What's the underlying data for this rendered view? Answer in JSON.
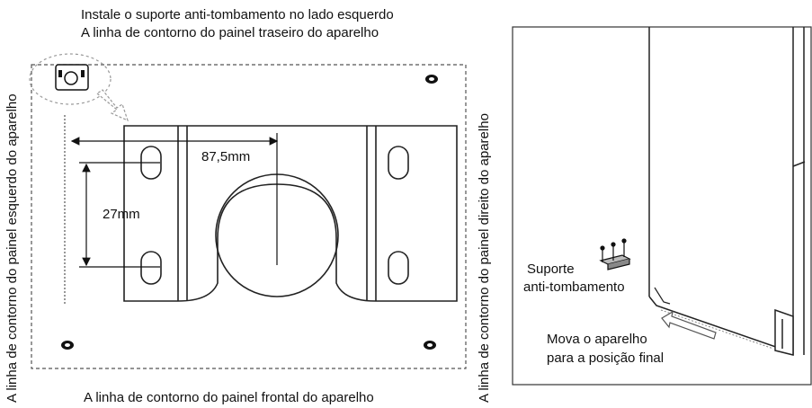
{
  "left_diagram": {
    "top_note_line1": "Instale o suporte anti-tombamento no lado esquerdo",
    "top_note_line2": "A linha de contorno do painel traseiro do aparelho",
    "left_side_label": "A linha de contorno do painel esquerdo do aparelho",
    "right_side_label": "A linha de contorno do painel direito do aparelho",
    "bottom_label": "A linha de contorno do painel frontal do aparelho",
    "dim_horizontal": "87,5mm",
    "dim_vertical": "27mm"
  },
  "right_diagram": {
    "bracket_label_line1": "Suporte",
    "bracket_label_line2": "anti-tombamento",
    "move_label_line1": "Mova o aparelho",
    "move_label_line2": "para a posição final"
  }
}
